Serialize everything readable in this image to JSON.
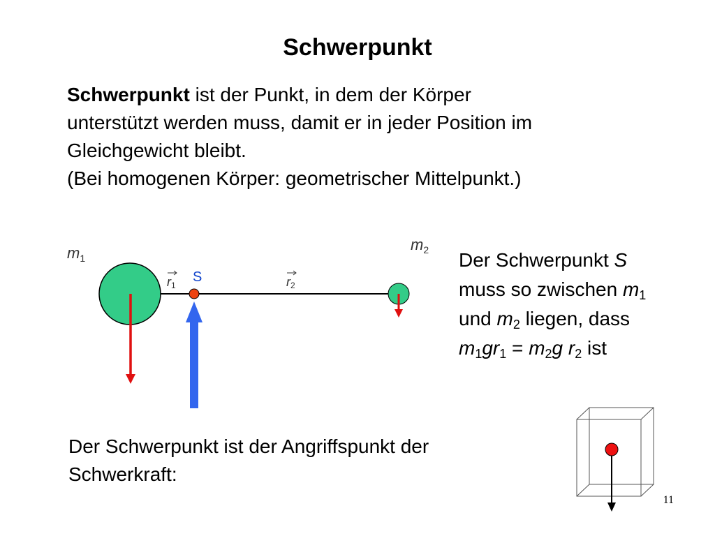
{
  "slide": {
    "title": "Schwerpunkt",
    "page_number": "11"
  },
  "intro": {
    "term": "Schwerpunkt",
    "line1_rest": " ist der Punkt, in dem der Körper",
    "line2": "unterstützt werden muss, damit er in jeder Position im",
    "line3": "Gleichgewicht bleibt.",
    "line4": "(Bei homogenen Körper: geometrischer Mittelpunkt.)"
  },
  "diagram": {
    "mass1_symbol": "m",
    "mass1_index": "1",
    "mass2_symbol": "m",
    "mass2_index": "2",
    "point_label": "S",
    "r1_symbol": "r",
    "r1_index": "1",
    "r2_symbol": "r",
    "r2_index": "2",
    "colors": {
      "mass_fill": "#33cc88",
      "weight_arrow": "#e01010",
      "support_arrow": "#3366ee",
      "point": "#ee4411",
      "label_blue": "#1144cc"
    }
  },
  "explanation": {
    "l1_text": "Der Schwerpunkt ",
    "l1_var": "S",
    "l2_text": "muss so zwischen ",
    "l2_var": "m",
    "l2_sub": "1",
    "l3_text": "und ",
    "l3_var": "m",
    "l3_sub": "2",
    "l3_rest": " liegen, dass",
    "l4_m1": "m",
    "l4_s1": "1",
    "l4_gr": "gr",
    "l4_s2": "1",
    "l4_eq": " = ",
    "l4_m2": "m",
    "l4_s3": "2",
    "l4_g": "g r",
    "l4_s4": "2",
    "l4_end": " ist"
  },
  "bottom": {
    "line1": "Der Schwerpunkt ist der Angriffspunkt der",
    "line2": "Schwerkraft:"
  }
}
